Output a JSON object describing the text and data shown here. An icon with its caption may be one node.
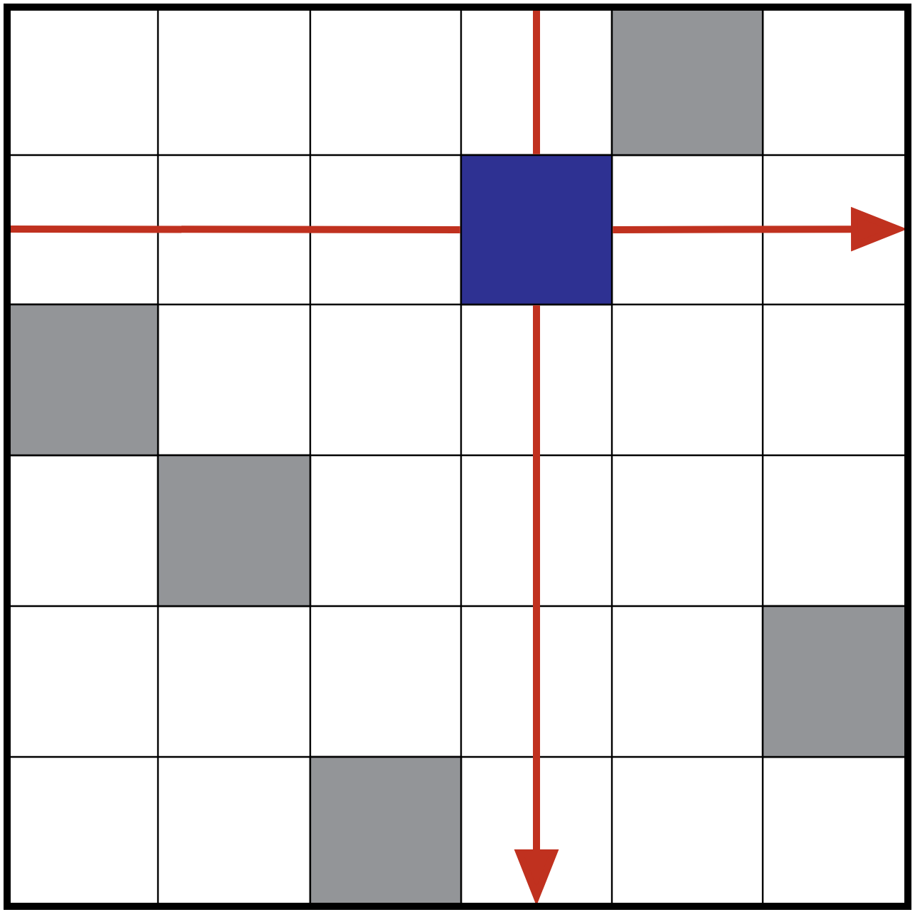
{
  "diagram": {
    "nodes": [
      {
        "text": [],
        "shape": "box"
      },
      {
        "text": [],
        "shape": "box"
      },
      {
        "text": [],
        "shape": "box"
      },
      {
        "text": [],
        "shape": "box"
      },
      {
        "text": [],
        "shape": "box"
      },
      {
        "text": [],
        "shape": "box"
      }
    ],
    "edges": [
      {
        "from": null,
        "to": 1,
        "arrow": "none",
        "color": "#c0311f"
      },
      {
        "from": 1,
        "to": null,
        "arrow": "to",
        "color": "#c0311f"
      },
      {
        "from": null,
        "to": 1,
        "arrow": "none",
        "color": "#c0311f"
      },
      {
        "from": 1,
        "to": null,
        "arrow": "to",
        "color": "#c0311f"
      }
    ]
  }
}
